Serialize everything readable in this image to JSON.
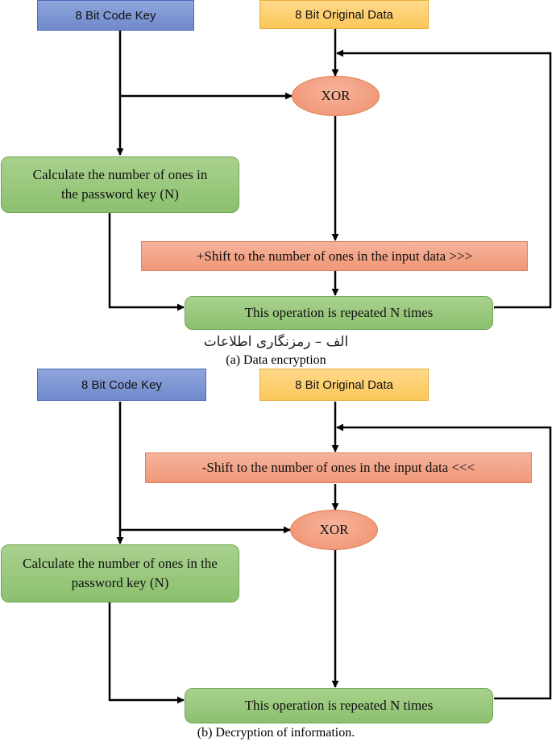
{
  "encryption": {
    "code_key": "8 Bit Code Key",
    "original_data": "8 Bit Original Data",
    "xor": "XOR",
    "count_ones_line1": "Calculate the number of ones in",
    "count_ones_line2": "the password key (N)",
    "shift": "+Shift to the number of ones in the input data >>>",
    "repeat": "This operation is repeated N times",
    "caption_persian": "الف – رمزنگاری اطلاعات",
    "caption": "(a) Data encryption"
  },
  "decryption": {
    "code_key": "8 Bit Code Key",
    "original_data": "8 Bit Original Data",
    "shift": "-Shift to the number of ones in the input data <<<",
    "xor": "XOR",
    "count_ones_line1": "Calculate the number of ones in the",
    "count_ones_line2": "password key (N)",
    "repeat": "This operation is repeated N times",
    "caption": "(b) Decryption of information."
  },
  "colors": {
    "key_box": "#7f97d5",
    "data_box": "#fdd071",
    "process_box": "#98c97c",
    "operation_box": "#f2a385",
    "arrow": "#000000"
  }
}
